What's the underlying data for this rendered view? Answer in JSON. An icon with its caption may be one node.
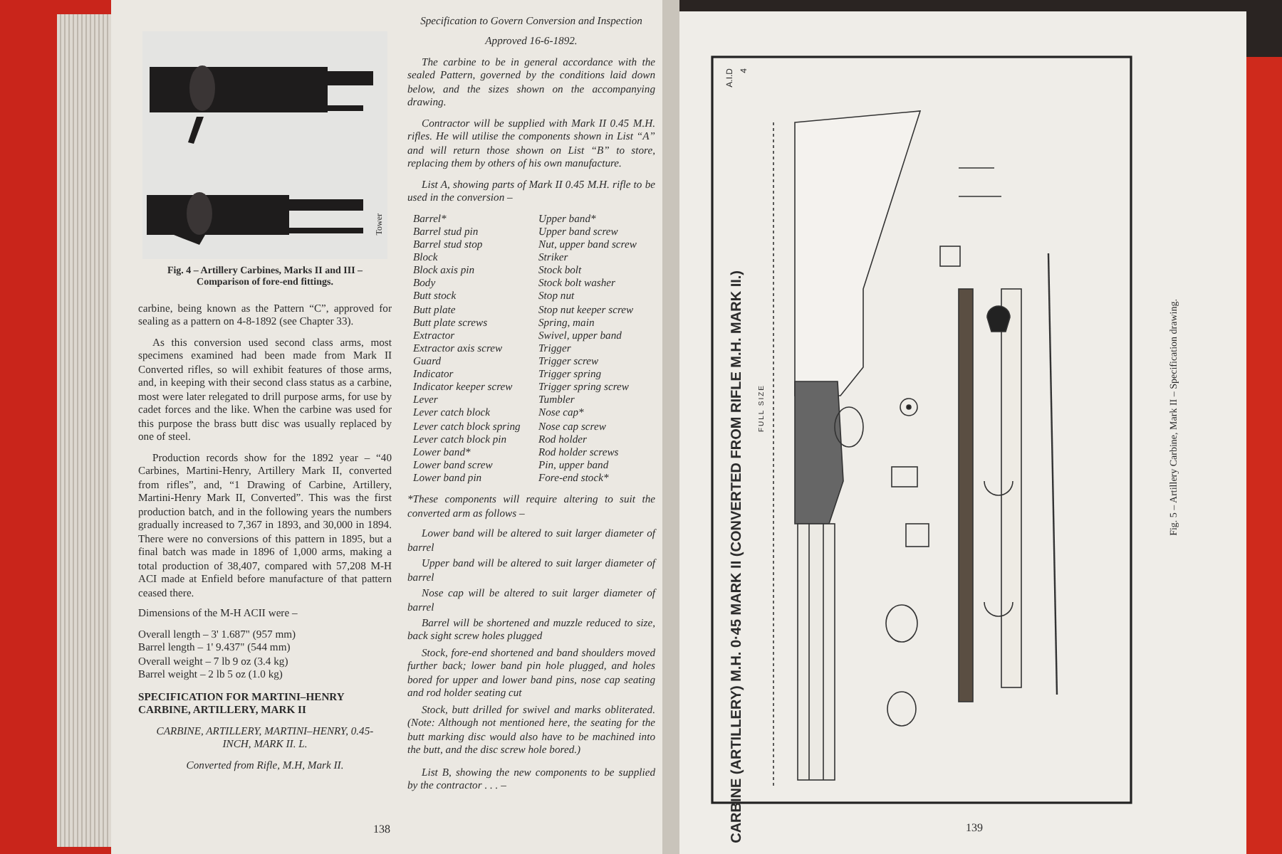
{
  "diagram": {
    "labels": [
      "Tower",
      "Fig. 4 – Artillery Carbines, Marks II and III – Comparison of fore-end fittings.",
      "carbine, being known as the Pattern “C”, approved for sealing as a pattern on 4-8-1892 (see Chapter 33).",
      "As this conversion used second class arms, most specimens examined had been made from Mark II Converted rifles, so will exhibit features of those arms, and, in keeping with their second class status as a carbine, most were later relegated to drill purpose arms, for use by cadet forces and the like. When the carbine was used for this purpose the brass butt disc was usually replaced by one of steel.",
      "Production records show for the 1892 year – “40 Carbines, Martini-Henry, Artillery Mark II, converted from rifles”, and, “1 Drawing of Carbine, Artillery, Martini-Henry Mark II, Converted”. This was the first production batch, and in the following years the numbers gradually increased to 7,367 in 1893, and 30,000 in 1894. There were no conversions of this pattern in 1895, but a final batch was made in 1896 of 1,000 arms, making a total production of 38,407, compared with 57,208 M-H ACI made at Enfield before manufacture of that pattern ceased there.",
      "Dimensions of the M-H ACII were –",
      "Overall length – 3' 1.687\" (957 mm)",
      "Barrel length – 1' 9.437\" (544 mm)",
      "Overall weight – 7 lb 9 oz (3.4 kg)",
      "Barrel weight – 2 lb 5 oz (1.0 kg)",
      "SPECIFICATION FOR MARTINI–HENRY CARBINE, ARTILLERY, MARK II",
      "CARBINE, ARTILLERY, MARTINI–HENRY, 0.45-INCH, MARK II. L.",
      "Converted from Rifle, M.H, Mark II.",
      "138",
      "Specification to Govern Conversion and Inspection",
      "Approved 16-6-1892.",
      "The carbine to be in general accordance with the sealed Pattern, governed by the conditions laid down below, and the sizes shown on the accompanying drawing.",
      "Contractor will be supplied with Mark II 0.45 M.H. rifles. He will utilise the components shown in List “A” and will return those shown on List “B” to store, replacing them by others of his own manufacture.",
      "List A, showing parts of Mark II 0.45 M.H. rifle to be used in the conversion –",
      "Barrel*",
      "Upper band*",
      "Barrel stud pin",
      "Upper band screw",
      "Barrel stud stop",
      "Nut, upper band screw",
      "Block",
      "Striker",
      "Block axis pin",
      "Stock bolt",
      "Body",
      "Stock bolt washer",
      "Butt stock",
      "Stop nut",
      "Butt plate",
      "Stop nut keeper screw",
      "Butt plate screws",
      "Spring, main",
      "Extractor",
      "Swivel, upper band",
      "Extractor axis screw",
      "Trigger",
      "Guard",
      "Trigger screw",
      "Indicator",
      "Trigger spring",
      "Indicator keeper screw",
      "Trigger spring screw",
      "Lever",
      "Tumbler",
      "Lever catch block",
      "Nose cap*",
      "Lever catch block spring",
      "Nose cap screw",
      "Lever catch block pin",
      "Rod holder",
      "Lower band*",
      "Rod holder screws",
      "Lower band screw",
      "Pin, upper band",
      "Lower band pin",
      "Fore-end stock*",
      "*These components will require altering to suit the converted arm as follows –",
      "Lower band will be altered to suit larger diameter of barrel",
      "Upper band will be altered to suit larger diameter of barrel",
      "Nose cap will be altered to suit larger diameter of barrel",
      "Barrel will be shortened and muzzle reduced to size, back sight screw holes plugged",
      "Stock, fore-end shortened and band shoulders moved further back; lower band pin hole plugged, and holes bored for upper and lower band pins, nose cap seating and rod holder seating cut",
      "Stock, butt drilled for swivel and marks obliterated. (Note: Although not mentioned here, the seating for the butt marking disc would also have to be machined into the butt, and the disc screw hole bored.)",
      "List B, showing the new components to be supplied by the contractor . . . –",
      "A.I.D",
      "4",
      "CARBINE (ARTILLERY) M.H. 0·45 MARK II (CONVERTED FROM RIFLE M.H. MARK II.)",
      "FULL SIZE",
      "Fig. 5 – Artillery Carbine, Mark II – Specification drawing.",
      "139"
    ]
  }
}
